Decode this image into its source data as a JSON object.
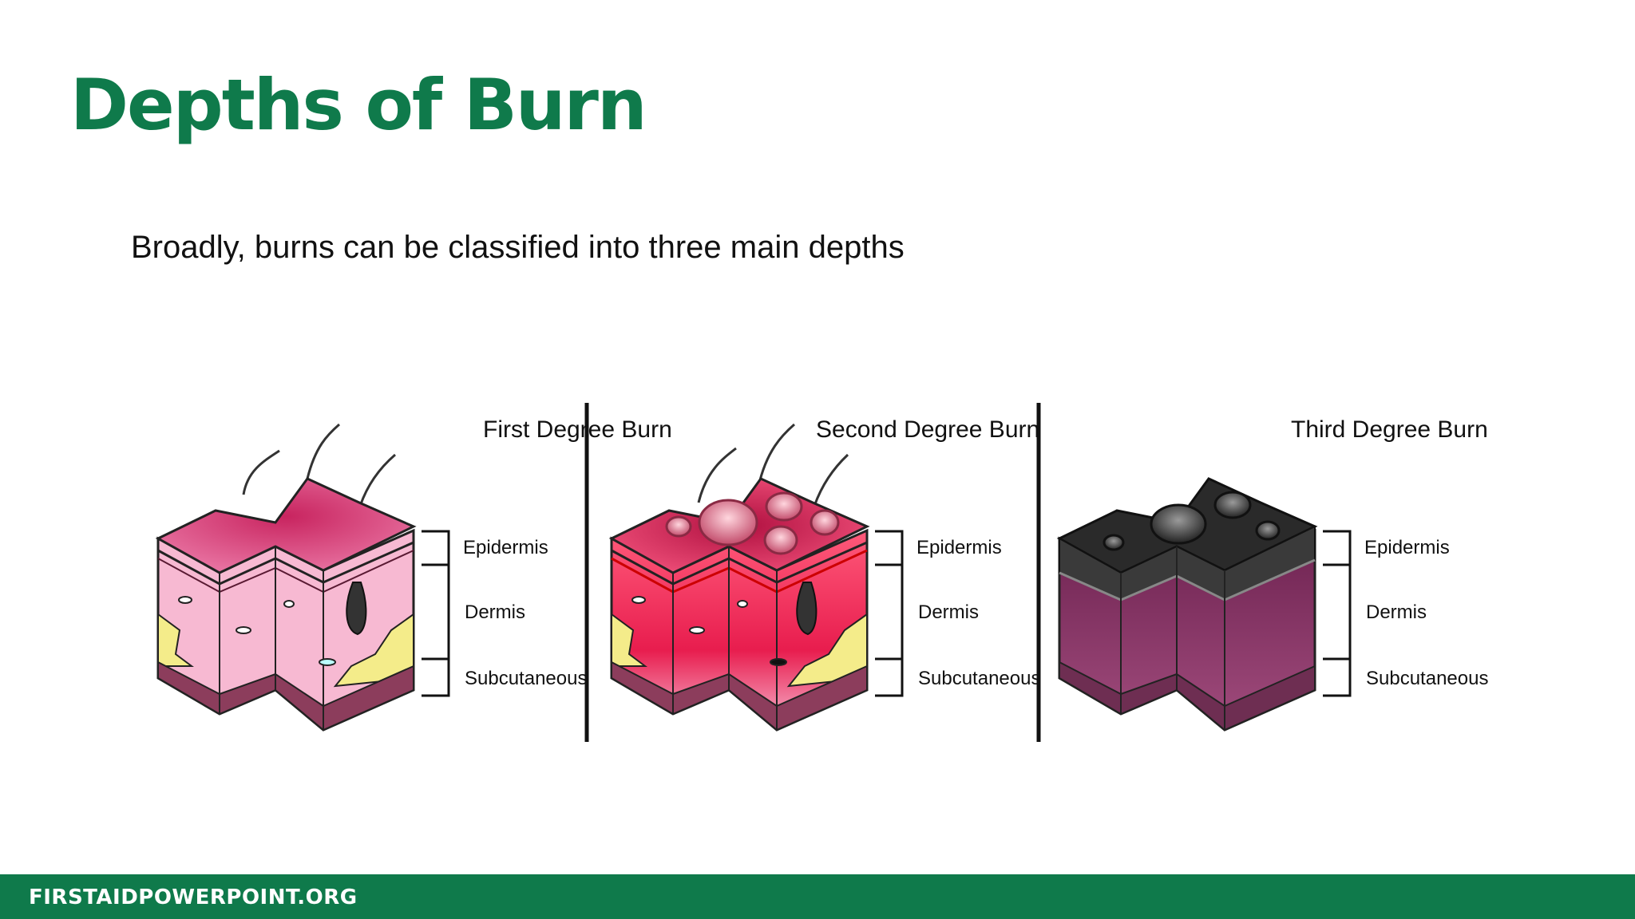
{
  "slide": {
    "title": "Depths of Burn",
    "subtitle": "Broadly, burns can be classified into three main depths"
  },
  "panels": [
    {
      "heading": "First Degree Burn",
      "layers": [
        "Epidermis",
        "Dermis",
        "Subcutaneous"
      ],
      "colors": {
        "top": "#d64d86",
        "dermis": "#f7b9d2",
        "fat": "#f4ec8a",
        "base": "#8c3d5c"
      }
    },
    {
      "heading": "Second Degree Burn",
      "layers": [
        "Epidermis",
        "Dermis",
        "Subcutaneous"
      ],
      "colors": {
        "top": "#e0285a",
        "dermis": "#f05a7d",
        "fat": "#f4ec8a",
        "base": "#8c3d5c"
      }
    },
    {
      "heading": "Third Degree Burn",
      "layers": [
        "Epidermis",
        "Dermis",
        "Subcutaneous"
      ],
      "colors": {
        "top": "#2a2a2a",
        "dermis": "#8f3a6c",
        "fat": "#8f3a6c",
        "base": "#6e2e52"
      }
    }
  ],
  "footer": {
    "text": "FIRSTAIDPOWERPOINT.ORG"
  },
  "brand_color": "#0f7a4b"
}
